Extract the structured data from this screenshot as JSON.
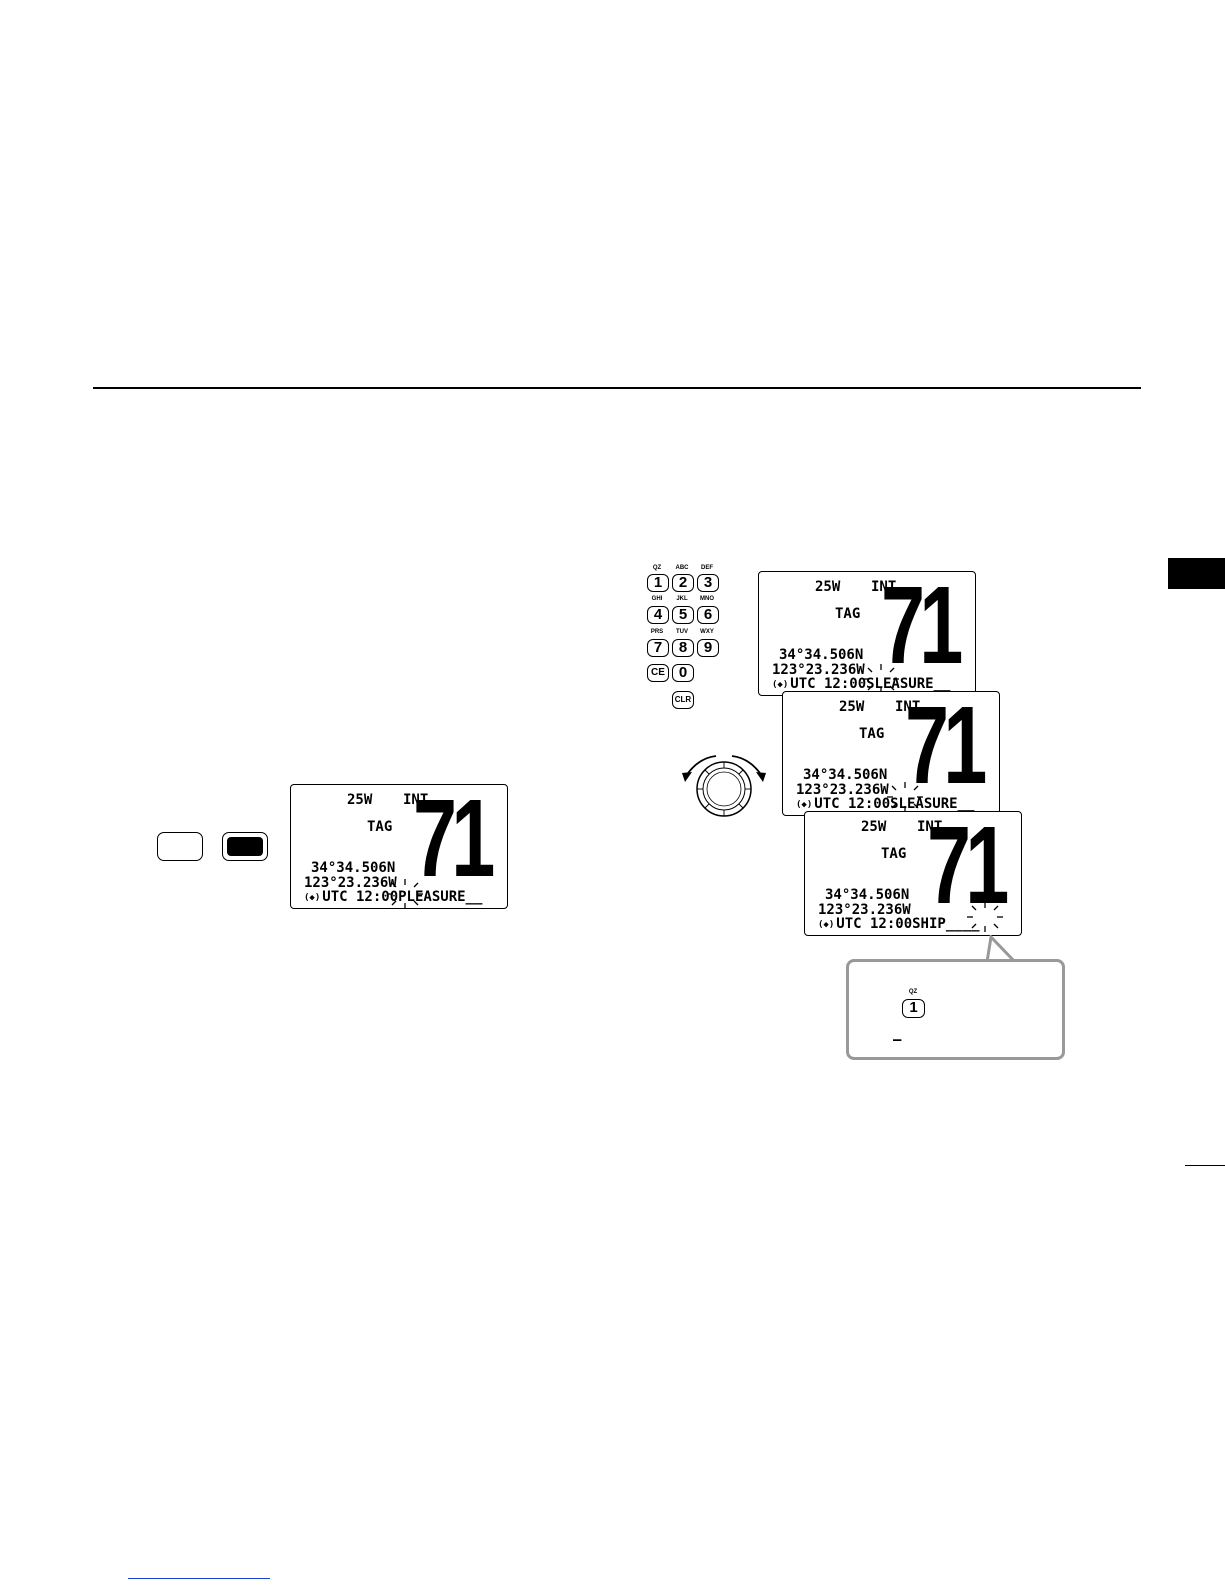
{
  "displays": [
    {
      "power": "25W",
      "mode": "INT",
      "tag": "TAG",
      "channel": "71",
      "latitude": "34°34.506N",
      "longitude": "123°23.236W",
      "status_prefix": "UTC 12:00",
      "name": "PLEASURE__"
    },
    {
      "power": "25W",
      "mode": "INT",
      "tag": "TAG",
      "channel": "71",
      "latitude": "34°34.506N",
      "longitude": "123°23.236W",
      "status_prefix": "UTC 12:00",
      "name": "SLEASURE__"
    },
    {
      "power": "25W",
      "mode": "INT",
      "tag": "TAG",
      "channel": "71",
      "latitude": "34°34.506N",
      "longitude": "123°23.236W",
      "status_prefix": "UTC 12:00",
      "name": "SLEASURE__"
    },
    {
      "power": "25W",
      "mode": "INT",
      "tag": "TAG",
      "channel": "71",
      "latitude": "34°34.506N",
      "longitude": "123°23.236W",
      "status_prefix": "UTC 12:00",
      "name": "SHIP____"
    }
  ],
  "keypad": {
    "keys": [
      {
        "digit": "1",
        "letters": "QZ"
      },
      {
        "digit": "2",
        "letters": "ABC"
      },
      {
        "digit": "3",
        "letters": "DEF"
      },
      {
        "digit": "4",
        "letters": "GHI"
      },
      {
        "digit": "5",
        "letters": "JKL"
      },
      {
        "digit": "6",
        "letters": "MNO"
      },
      {
        "digit": "7",
        "letters": "PRS"
      },
      {
        "digit": "8",
        "letters": "TUV"
      },
      {
        "digit": "9",
        "letters": "WXY"
      },
      {
        "digit": "CE",
        "letters": ""
      },
      {
        "digit": "0",
        "letters": ""
      },
      {
        "digit": "CLR",
        "letters": ""
      }
    ]
  },
  "callout": {
    "key_letters": "QZ",
    "key_digit": "1",
    "cursor": "–"
  }
}
